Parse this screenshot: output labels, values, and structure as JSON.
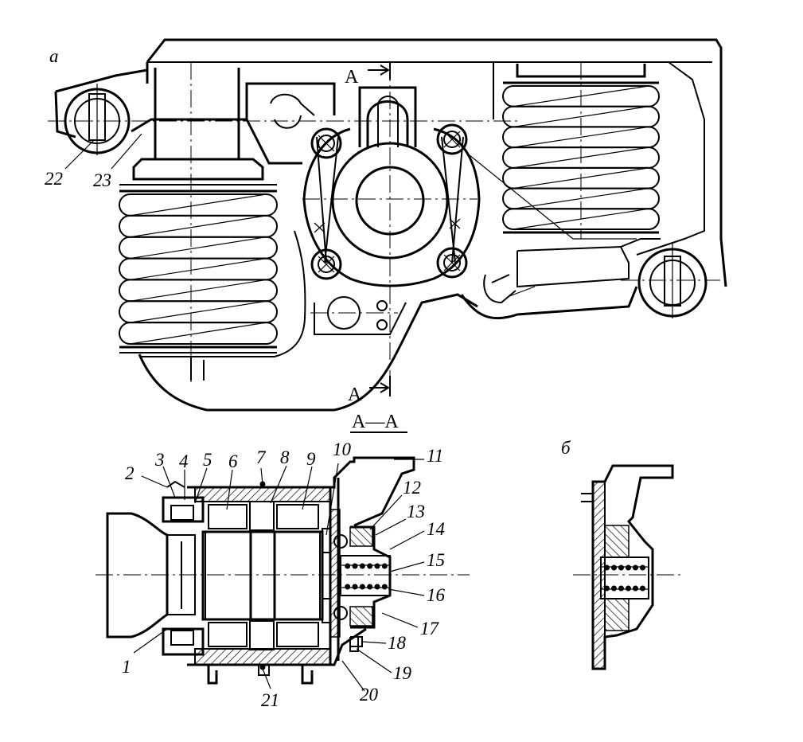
{
  "figure": {
    "view_a_label": "а",
    "view_b_label": "б",
    "section_mark_top": "А",
    "section_mark_bottom": "А",
    "section_title": "А—А"
  },
  "callouts": [
    "1",
    "2",
    "3",
    "4",
    "5",
    "6",
    "7",
    "8",
    "9",
    "10",
    "11",
    "12",
    "13",
    "14",
    "15",
    "16",
    "17",
    "18",
    "19",
    "20",
    "21",
    "22",
    "23"
  ]
}
